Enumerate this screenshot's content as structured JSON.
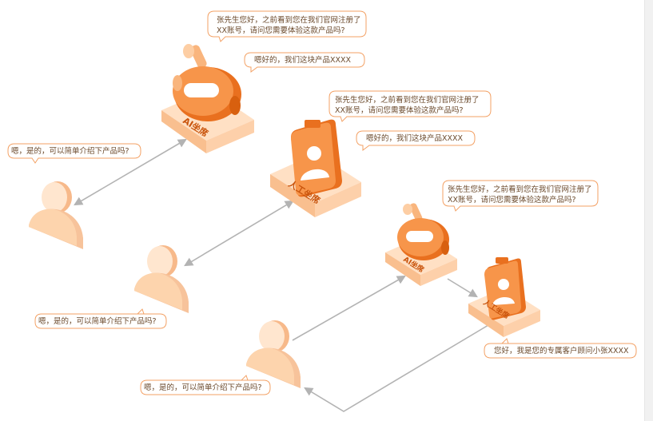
{
  "colors": {
    "orange": "#f7954a",
    "orange_dark": "#e9701f",
    "peach": "#fdd4ad",
    "peach_light": "#ffe6cf",
    "arrow": "#b3b3b3",
    "bubble_border": "#f3a165",
    "bubble_text": "#6b4a2c"
  },
  "scene1": {
    "agent_top_1": "张先生您好，之前看到您在我们官网注册了",
    "agent_top_2": "XX账号，请问您需要体验这款产品吗?",
    "agent_reply": "嗯好的，我们这块产品XXXX",
    "customer_question": "嗯，是的，可以简单介绍下产品吗?",
    "ai_badge": "AI坐席"
  },
  "scene2": {
    "agent_top_1": "张先生您好，之前看到您在我们官网注册了",
    "agent_top_2": "XX账号，请问您需要体验这款产品吗?",
    "agent_reply": "嗯好的，我们这块产品XXXX",
    "customer_question": "嗯，是的，可以简单介绍下产品吗?",
    "human_badge": "人工坐席"
  },
  "scene3": {
    "agent_top_1": "张先生您好，之前看到您在我们官网注册了",
    "agent_top_2": "XX账号，请问您需要体验这款产品吗?",
    "consultant_reply": "您好，我是您的专属客户顾问小张XXXX",
    "customer_question": "嗯，是的，可以简单介绍下产品吗?",
    "ai_badge": "AI坐席",
    "human_badge": "人工坐席"
  }
}
